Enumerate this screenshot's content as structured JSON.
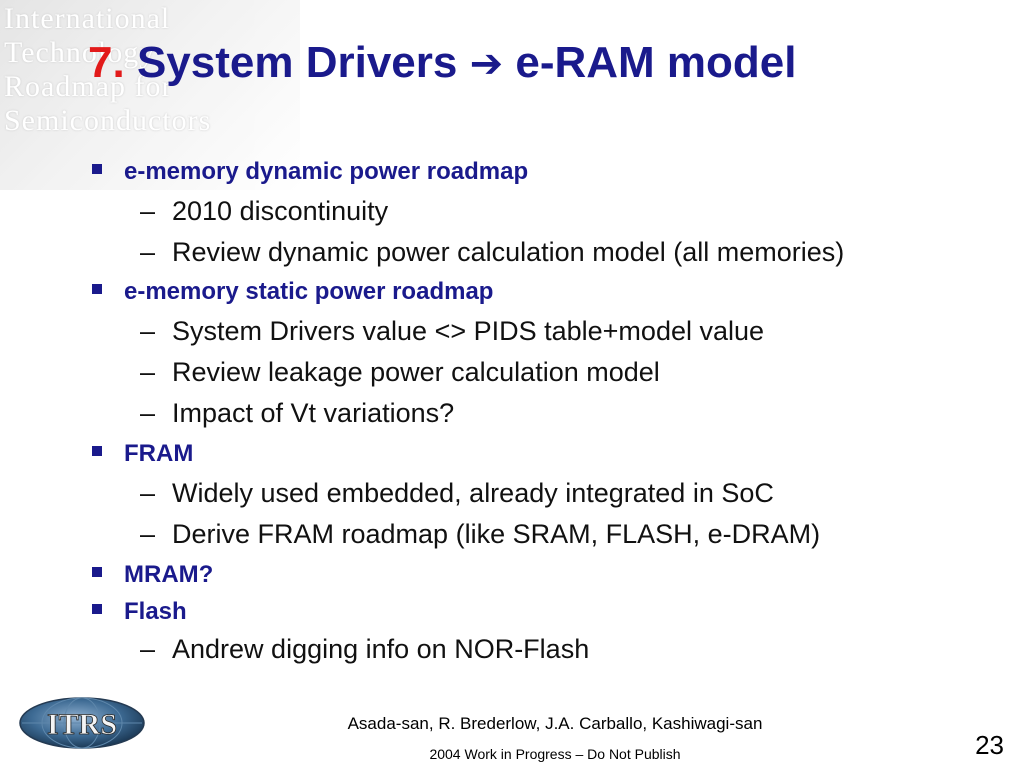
{
  "watermark": {
    "lines": [
      "International",
      "Technology",
      "Roadmap for",
      "Semiconductors"
    ]
  },
  "title": {
    "number": "7.",
    "text_before": "System Drivers",
    "arrow": "➔",
    "text_after": "e-RAM model"
  },
  "items": [
    {
      "level": 1,
      "text": "e-memory dynamic power roadmap"
    },
    {
      "level": 2,
      "text": "2010 discontinuity"
    },
    {
      "level": 2,
      "text": "Review dynamic power calculation model (all memories)"
    },
    {
      "level": 1,
      "text": "e-memory static power roadmap"
    },
    {
      "level": 2,
      "text": "System Drivers value <> PIDS table+model value"
    },
    {
      "level": 2,
      "text": "Review leakage power calculation model"
    },
    {
      "level": 2,
      "text": "Impact of Vt variations?"
    },
    {
      "level": 1,
      "text": "FRAM"
    },
    {
      "level": 2,
      "text": "Widely used embedded, already integrated in SoC"
    },
    {
      "level": 2,
      "text": "Derive FRAM roadmap (like SRAM, FLASH, e-DRAM)"
    },
    {
      "level": 1,
      "text": "MRAM?"
    },
    {
      "level": 1,
      "text": "Flash"
    },
    {
      "level": 2,
      "text": "Andrew digging info on NOR-Flash"
    }
  ],
  "logo": {
    "text": "ITRS",
    "icon": "globe-icon"
  },
  "footer": {
    "authors": "Asada-san, R. Brederlow, J.A. Carballo, Kashiwagi-san",
    "note": "2004 Work in Progress – Do Not Publish",
    "page": "23"
  },
  "colors": {
    "title": "#1a1a8c",
    "number": "#e21a1a",
    "bullet_text": "#1a1a8c",
    "body_text": "#111111"
  }
}
